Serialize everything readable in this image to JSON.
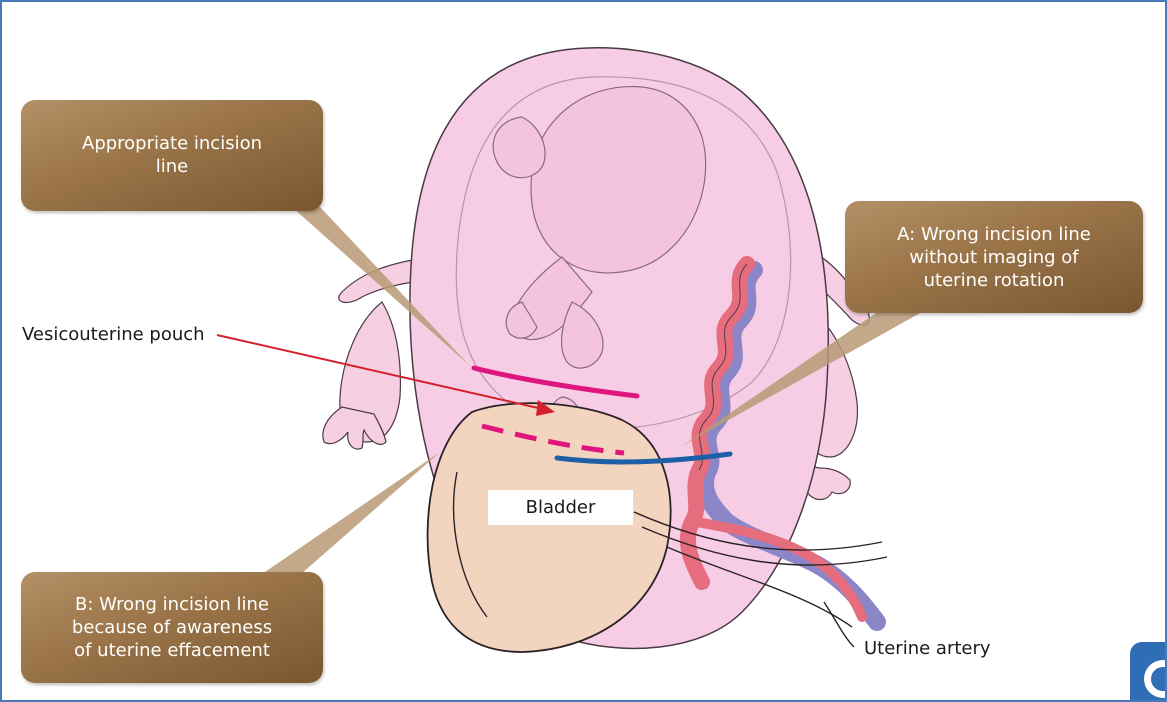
{
  "callouts": {
    "appropriate": {
      "lines": [
        "Appropriate incision",
        "line"
      ]
    },
    "wrong_a": {
      "lines": [
        "A: Wrong incision line",
        "without imaging of",
        "uterine rotation"
      ]
    },
    "wrong_b": {
      "lines": [
        "B: Wrong incision line",
        "because of awareness",
        "of uterine effacement"
      ]
    }
  },
  "labels": {
    "vesicouterine_pouch": "Vesicouterine pouch",
    "bladder": "Bladder",
    "uterine_artery": "Uterine artery"
  },
  "colors": {
    "frame_border": "#4a78b8",
    "uterus": "#f7cde6",
    "bladder": "#f3d4bf",
    "appropriate_incision": "#e0167f",
    "wrong_incision_a": "#1f5fa8",
    "wrong_incision_b": "#e0167f",
    "pointer_arrow": "#d4202a",
    "callout_brown": "#9a7448",
    "artery_red": "#e56d7e",
    "vein_blue": "#8b86c7"
  }
}
